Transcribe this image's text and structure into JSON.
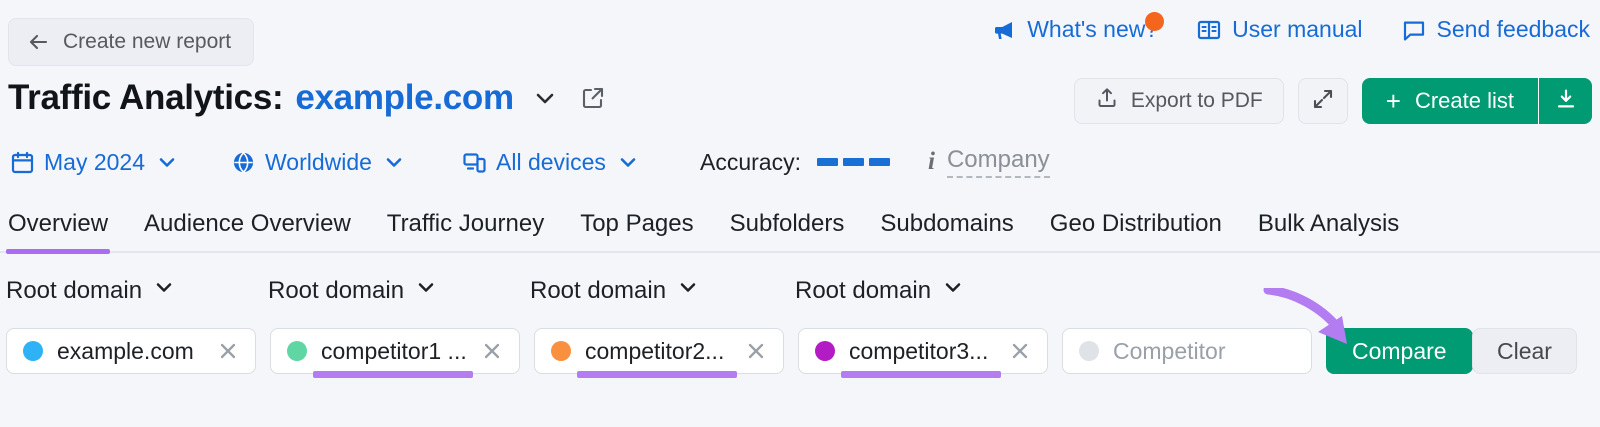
{
  "colors": {
    "brand_blue": "#176bd6",
    "green": "#009a73",
    "purple_highlight": "#a86cf5",
    "orange_dot": "#f4661e",
    "page_bg": "#f4f6fa"
  },
  "header": {
    "back_label": "Create new report",
    "back_icon": "arrow-left-icon",
    "links": [
      {
        "label": "What's new?",
        "icon": "megaphone-icon",
        "badge": true
      },
      {
        "label": "User manual",
        "icon": "book-icon",
        "badge": false
      },
      {
        "label": "Send feedback",
        "icon": "speech-bubble-icon",
        "badge": false
      }
    ]
  },
  "title": {
    "static": "Traffic Analytics:",
    "domain": "example.com",
    "chevron_icon": "chevron-down-icon",
    "external_icon": "external-link-icon"
  },
  "title_actions": {
    "export_label": "Export to PDF",
    "export_icon": "upload-icon",
    "expand_icon": "expand-icon",
    "create_list_label": "Create list",
    "create_list_plus": "+",
    "download_icon": "download-icon"
  },
  "filters": {
    "date": {
      "label": "May 2024",
      "icon": "calendar-icon"
    },
    "location": {
      "label": "Worldwide",
      "icon": "globe-icon"
    },
    "device": {
      "label": "All devices",
      "icon": "devices-icon"
    },
    "accuracy_label": "Accuracy:",
    "accuracy_segments": 3,
    "company_label": "Company",
    "info_icon": "info-icon"
  },
  "tabs": [
    {
      "label": "Overview",
      "active": true
    },
    {
      "label": "Audience Overview",
      "active": false
    },
    {
      "label": "Traffic Journey",
      "active": false
    },
    {
      "label": "Top Pages",
      "active": false
    },
    {
      "label": "Subfolders",
      "active": false
    },
    {
      "label": "Subdomains",
      "active": false
    },
    {
      "label": "Geo Distribution",
      "active": false
    },
    {
      "label": "Bulk Analysis",
      "active": false
    }
  ],
  "root_selectors": [
    {
      "label": "Root domain"
    },
    {
      "label": "Root domain"
    },
    {
      "label": "Root domain"
    },
    {
      "label": "Root domain"
    }
  ],
  "competitors": [
    {
      "value": "example.com",
      "dot_color": "#2eb2f5",
      "highlighted": false
    },
    {
      "value": "competitor1 ...",
      "dot_color": "#5fd6a3",
      "highlighted": true
    },
    {
      "value": "competitor2...",
      "dot_color": "#f9903f",
      "highlighted": true
    },
    {
      "value": "competitor3...",
      "dot_color": "#b31bc4",
      "highlighted": true
    }
  ],
  "competitor_empty": {
    "placeholder": "Competitor",
    "dot_color": "#dfe2e7"
  },
  "compare_button": "Compare",
  "clear_button": "Clear",
  "annotation": {
    "type": "curved-arrow",
    "color": "#b37cf0",
    "points_to": "Compare"
  }
}
